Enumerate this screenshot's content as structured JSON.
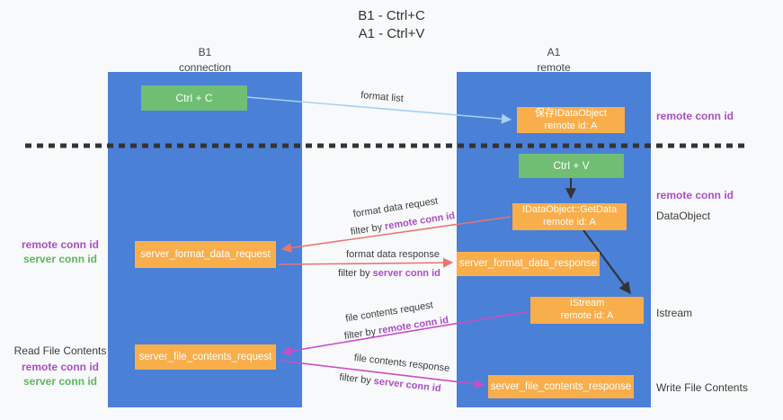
{
  "title": {
    "line1": "B1 - Ctrl+C",
    "line2": "A1 - Ctrl+V"
  },
  "columns": {
    "left": {
      "name": "B1",
      "role": "connection"
    },
    "right": {
      "name": "A1",
      "role": "remote"
    }
  },
  "boxes": {
    "ctrl_c": {
      "label": "Ctrl + C"
    },
    "ctrl_v": {
      "label": "Ctrl + V"
    },
    "save_idataobject": {
      "line1": "保存IDataObject",
      "line2": "remote id: A"
    },
    "getdata": {
      "line1": "IDataObject::GetData",
      "line2": "remote id: A"
    },
    "istream": {
      "line1": "IStream",
      "line2": "remote id: A"
    },
    "server_format_data_request": {
      "label": "server_format_data_request"
    },
    "server_format_data_response": {
      "label": "server_format_data_response"
    },
    "server_file_contents_request": {
      "label": "server_file_contents_request"
    },
    "server_file_contents_response": {
      "label": "server_file_contents_response"
    }
  },
  "arrow_labels": {
    "format_list": "format list",
    "format_data_request": "format data request",
    "format_data_response": "format data response",
    "file_contents_request": "file contents request",
    "file_contents_response": "file contents response",
    "filter_by": "filter by ",
    "filter_remote": "remote conn id",
    "filter_server": "server conn id"
  },
  "side_labels": {
    "remote_conn_id": "remote conn id",
    "server_conn_id": "server conn id",
    "dataobject": "DataObject",
    "istream": "Istream",
    "read_file_contents": "Read File Contents",
    "write_file_contents": "Write File Contents"
  },
  "colors": {
    "column_blue": "#4a80d6",
    "box_green": "#6fbe73",
    "box_orange": "#f9ae4c",
    "label_purple": "#a94fc6",
    "label_green": "#5cb85c",
    "arrow_red": "#e87672",
    "arrow_magenta": "#ca4dc4",
    "arrow_lightblue": "#a3d2f2",
    "arrow_black": "#333333"
  }
}
